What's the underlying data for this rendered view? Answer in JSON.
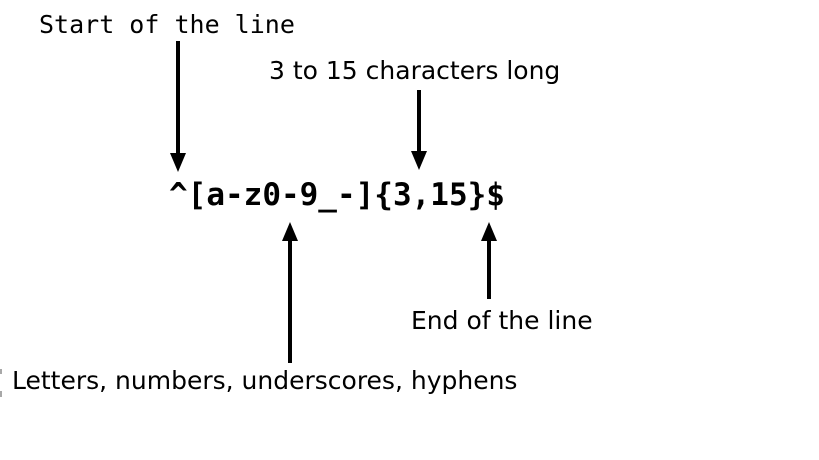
{
  "regex": {
    "pattern": "^[a-z0-9_-]{3,15}$"
  },
  "annotations": {
    "start": {
      "label": "Start of the line"
    },
    "length": {
      "label": "3 to 15 characters long"
    },
    "charset": {
      "label": "Letters, numbers, underscores, hyphens"
    },
    "end": {
      "label": "End of the line"
    }
  },
  "colors": {
    "ink": "#000000",
    "background": "#ffffff",
    "artifact": "#a8a8a8"
  }
}
